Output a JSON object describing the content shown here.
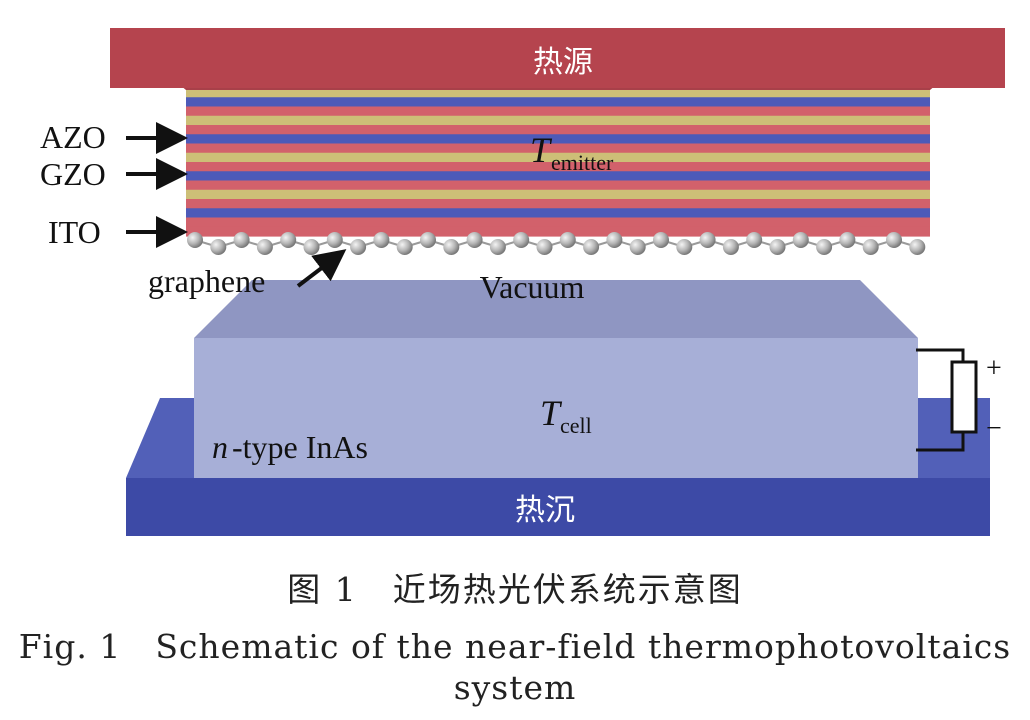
{
  "labels": {
    "heat_source": "热源",
    "heat_sink": "热沉",
    "azo": "AZO",
    "gzo": "GZO",
    "ito": "ITO",
    "graphene": "graphene",
    "vacuum": "Vacuum",
    "t_symbol": "T",
    "emitter_sub": "emitter",
    "cell_sub": "cell",
    "n_italic": "n",
    "n_type_rest": "-type InAs",
    "plus": "+",
    "minus": "−"
  },
  "caption": {
    "chinese": "图 1　近场热光伏系统示意图",
    "english_line1": "Fig. 1　Schematic of the near-field thermophotovoltaics",
    "english_line2": "system"
  },
  "colors": {
    "heat_source": "#b5444e",
    "heat_sink": "#3d4aa6",
    "layer_red": "#d2616b",
    "layer_yellow": "#cdbf77",
    "layer_blue": "#4d5ab8",
    "cell": "#a6aed6",
    "graphene": "#b9b9b9"
  }
}
